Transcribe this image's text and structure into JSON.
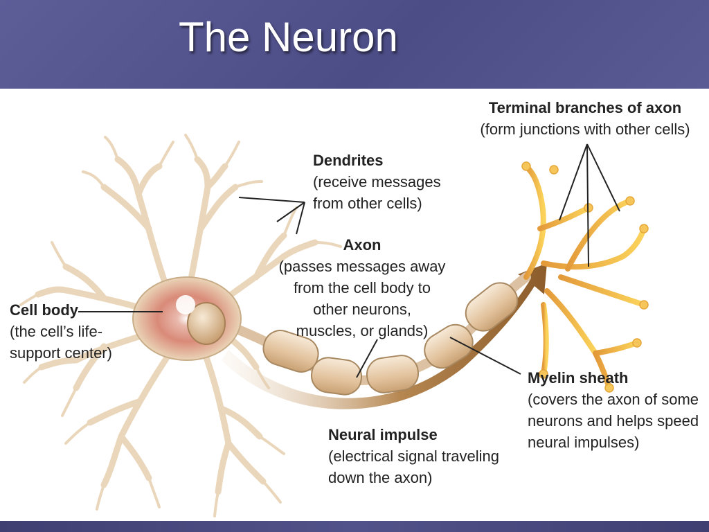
{
  "slide": {
    "title": "The Neuron"
  },
  "labels": {
    "terminal": {
      "title": "Terminal branches of axon",
      "desc1": "(form junctions with other cells)"
    },
    "dendrites": {
      "title": "Dendrites",
      "desc1": "(receive messages",
      "desc2": "from other cells)"
    },
    "axon": {
      "title": "Axon",
      "desc1": "(passes messages away",
      "desc2": "from the cell body to",
      "desc3": "other neurons,",
      "desc4": "muscles, or glands)"
    },
    "cell_body": {
      "title": "Cell body",
      "desc1": "(the cell’s life-",
      "desc2": "support center)"
    },
    "myelin": {
      "title": "Myelin sheath",
      "desc1": "(covers the axon of some",
      "desc2": "neurons and helps speed",
      "desc3": "neural impulses)"
    },
    "impulse": {
      "title": "Neural impulse",
      "desc1": "(electrical signal traveling",
      "desc2": "down the axon)"
    }
  },
  "colors": {
    "header": "#4c4c86",
    "dendrite_fill": "#f1e0c8",
    "dendrite_stroke": "#c9ad88",
    "cell_body_center": "#d98a78",
    "terminal_fill": "#f6b73c",
    "myelin_fill": "#e7cfb0",
    "impulse_arrow": "#9a6a35"
  }
}
